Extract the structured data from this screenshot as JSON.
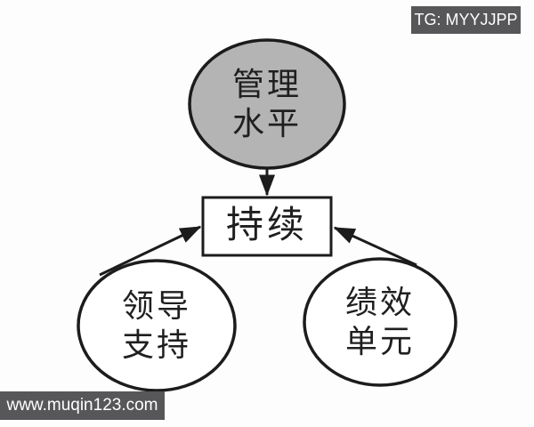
{
  "watermarks": {
    "top_right": {
      "text": "TG: MYYJJPP"
    },
    "bottom_left": {
      "text": "www.muqin123.com"
    }
  },
  "colors": {
    "background": "#fdfdfd",
    "node_stroke": "#1c1c1c",
    "node_text": "#1f1f1f",
    "shaded_node_fill": "#b4b4b4",
    "plain_node_fill": "#ffffff",
    "badge_bg": "#57575a",
    "badge_text": "#ffffff",
    "arrow": "#1c1c1c"
  },
  "diagram": {
    "type": "concept-flowchart",
    "nodes": [
      {
        "id": "management-level",
        "shape": "ellipse",
        "line1": "管理",
        "line2": "水平",
        "fill": "#b4b4b4"
      },
      {
        "id": "continuous",
        "shape": "rectangle",
        "line1": "持续",
        "fill": "#ffffff"
      },
      {
        "id": "leadership-support",
        "shape": "ellipse",
        "line1": "领导",
        "line2": "支持",
        "fill": "#ffffff"
      },
      {
        "id": "performance-unit",
        "shape": "ellipse",
        "line1": "绩效",
        "line2": "单元",
        "fill": "#ffffff"
      }
    ],
    "edges": [
      {
        "from": "management-level",
        "to": "continuous",
        "direction": "down"
      },
      {
        "from": "leadership-support",
        "to": "continuous",
        "direction": "up-right"
      },
      {
        "from": "performance-unit",
        "to": "continuous",
        "direction": "up-left"
      }
    ]
  }
}
